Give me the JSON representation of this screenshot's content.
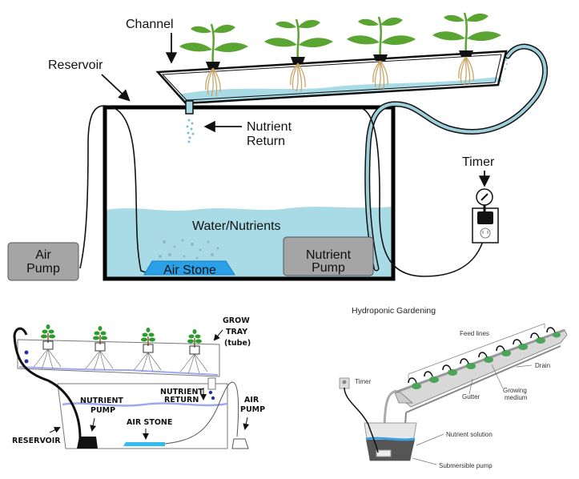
{
  "diagram_top": {
    "labels": {
      "channel": "Channel",
      "reservoir": "Reservoir",
      "nutrient_return_line1": "Nutrient",
      "nutrient_return_line2": "Return",
      "water_nutrients": "Water/Nutrients",
      "air_stone": "Air Stone",
      "air_pump_line1": "Air",
      "air_pump_line2": "Pump",
      "nutrient_pump_line1": "Nutrient",
      "nutrient_pump_line2": "Pump",
      "timer": "Timer"
    },
    "plant_count": 4,
    "colors": {
      "water": "#a8dbe6",
      "air_stone": "#2aa0e8",
      "pump_box": "#a5a5a5",
      "leaf": "#5aa532",
      "root": "#c9a466",
      "tube": "#9fcfd9"
    }
  },
  "diagram_bottom_left": {
    "labels": {
      "grow_tray_line1": "GROW",
      "grow_tray_line2": "TRAY",
      "grow_tray_line3": "(tube)",
      "nutrient_return_line1": "NUTRIENT",
      "nutrient_return_line2": "RETURN",
      "nutrient_pump_line1": "NUTRIENT",
      "nutrient_pump_line2": "PUMP",
      "air_pump_line1": "AIR",
      "air_pump_line2": "PUMP",
      "air_stone": "AIR STONE",
      "reservoir": "RESERVOIR"
    },
    "plant_count": 4
  },
  "diagram_bottom_right": {
    "title": "Hydroponic Gardening",
    "labels": {
      "feed_lines": "Feed lines",
      "drain": "Drain",
      "timer": "Timer",
      "growing_medium_line1": "Growing",
      "growing_medium_line2": "medium",
      "gutter": "Gutter",
      "nutrient_solution": "Nutrient solution",
      "submersible_pump": "Submersible pump"
    },
    "plant_count": 9
  }
}
